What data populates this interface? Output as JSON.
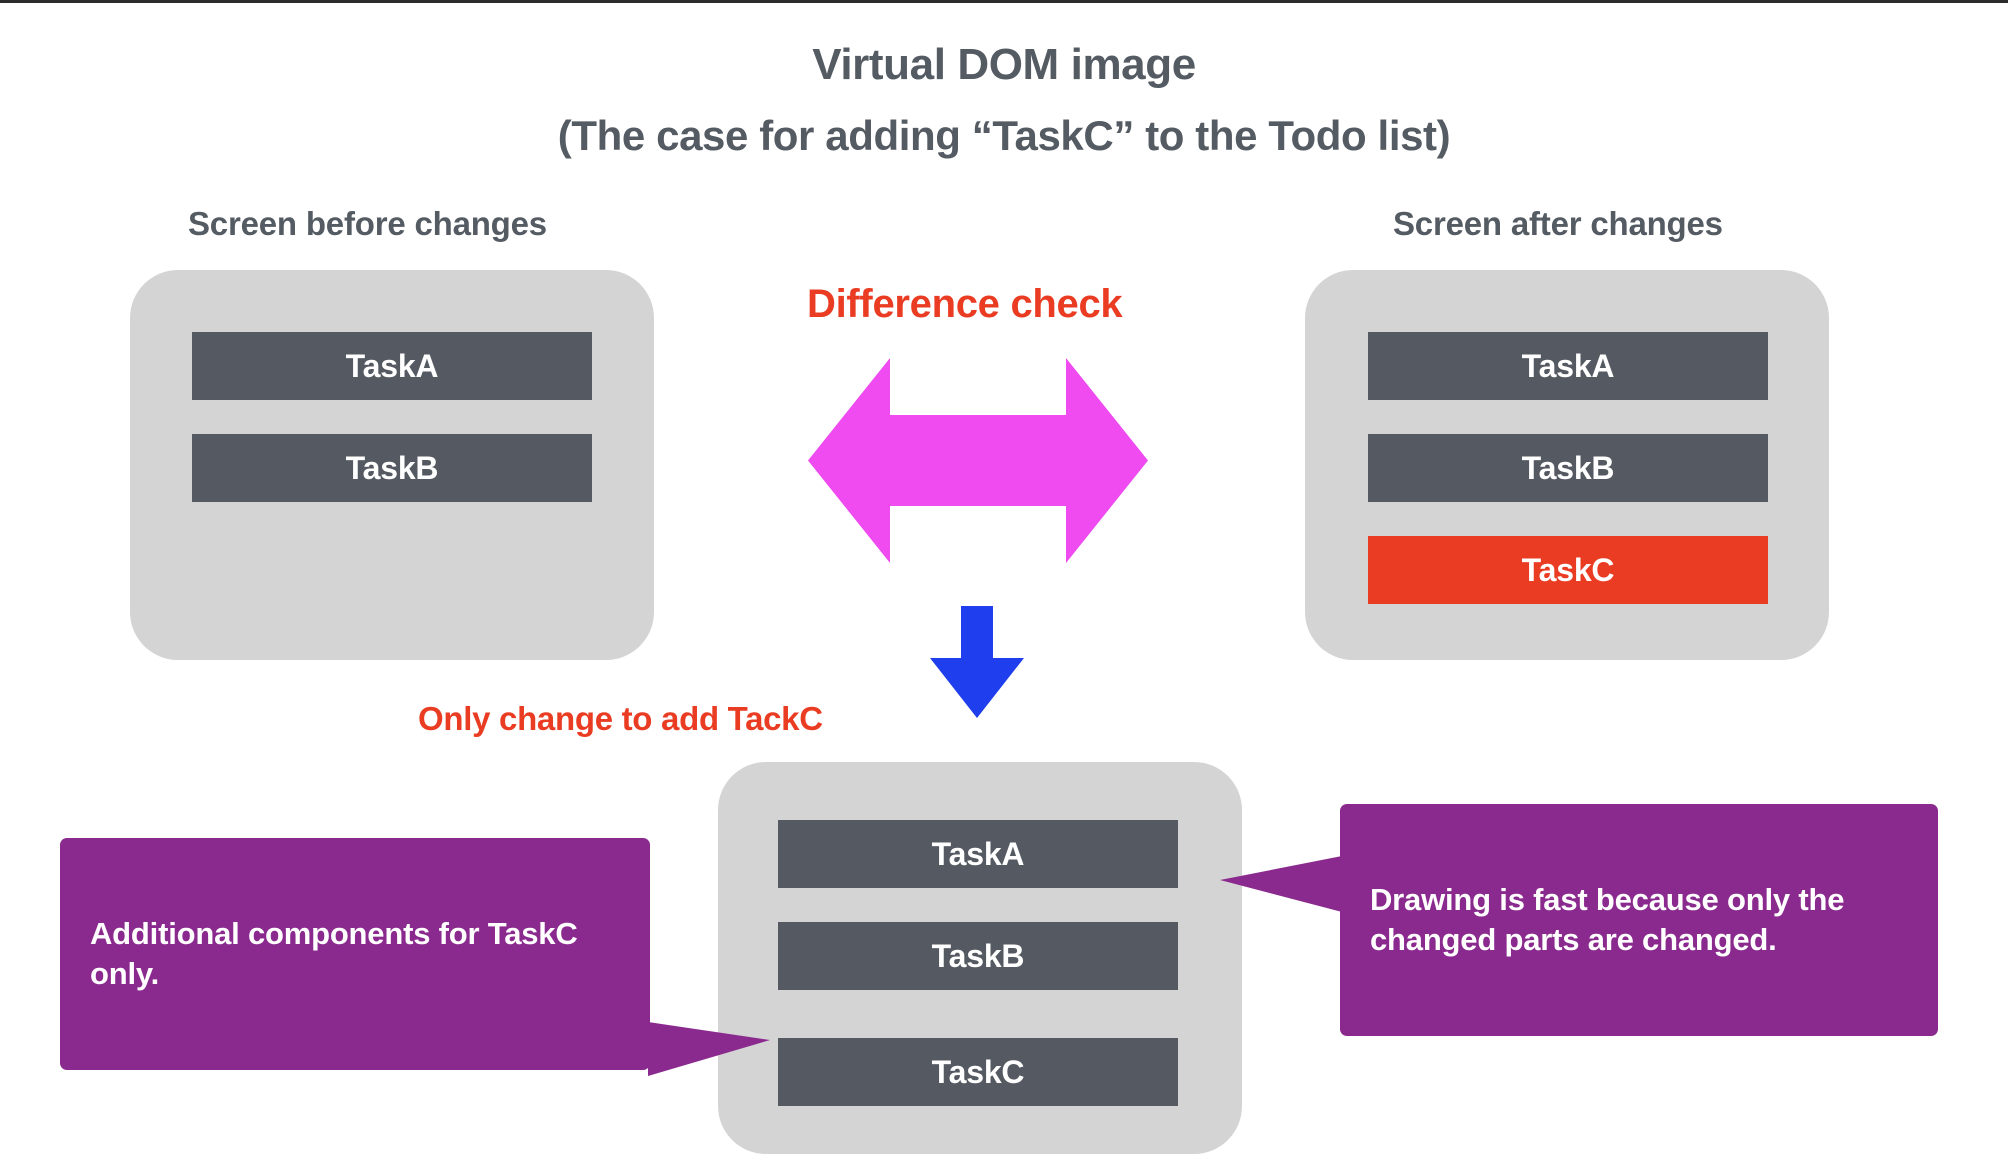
{
  "title": {
    "main": "Virtual DOM image",
    "sub": "(The case for adding “TaskC” to the Todo list)"
  },
  "headings": {
    "before": "Screen before changes",
    "after": "Screen after changes"
  },
  "labels": {
    "difference_check": "Difference check",
    "only_change": "Only change to add TackC"
  },
  "panels": {
    "before": {
      "tasks": [
        {
          "label": "TaskA",
          "state": "unchanged"
        },
        {
          "label": "TaskB",
          "state": "unchanged"
        }
      ]
    },
    "after": {
      "tasks": [
        {
          "label": "TaskA",
          "state": "unchanged"
        },
        {
          "label": "TaskB",
          "state": "unchanged"
        },
        {
          "label": "TaskC",
          "state": "new"
        }
      ]
    },
    "result": {
      "tasks": [
        {
          "label": "TaskA",
          "state": "unchanged"
        },
        {
          "label": "TaskB",
          "state": "unchanged"
        },
        {
          "label": "TaskC",
          "state": "unchanged"
        }
      ]
    }
  },
  "callouts": {
    "left": "Additional components for TaskC only.",
    "right": "Drawing is fast because only the changed parts are changed."
  },
  "icons": {
    "difference_arrow": "double-headed-horizontal-arrow-icon",
    "flow_arrow": "down-arrow-icon"
  },
  "colors": {
    "panel_background": "#d4d4d4",
    "task_box": "#555a62",
    "task_box_new": "#ea3c23",
    "accent_text": "#ea3c23",
    "heading_text": "#545b63",
    "callout_background": "#8b2a8e",
    "difference_arrow": "#ef4bf0",
    "flow_arrow": "#1f3eee",
    "page_background": "#ffffff"
  }
}
